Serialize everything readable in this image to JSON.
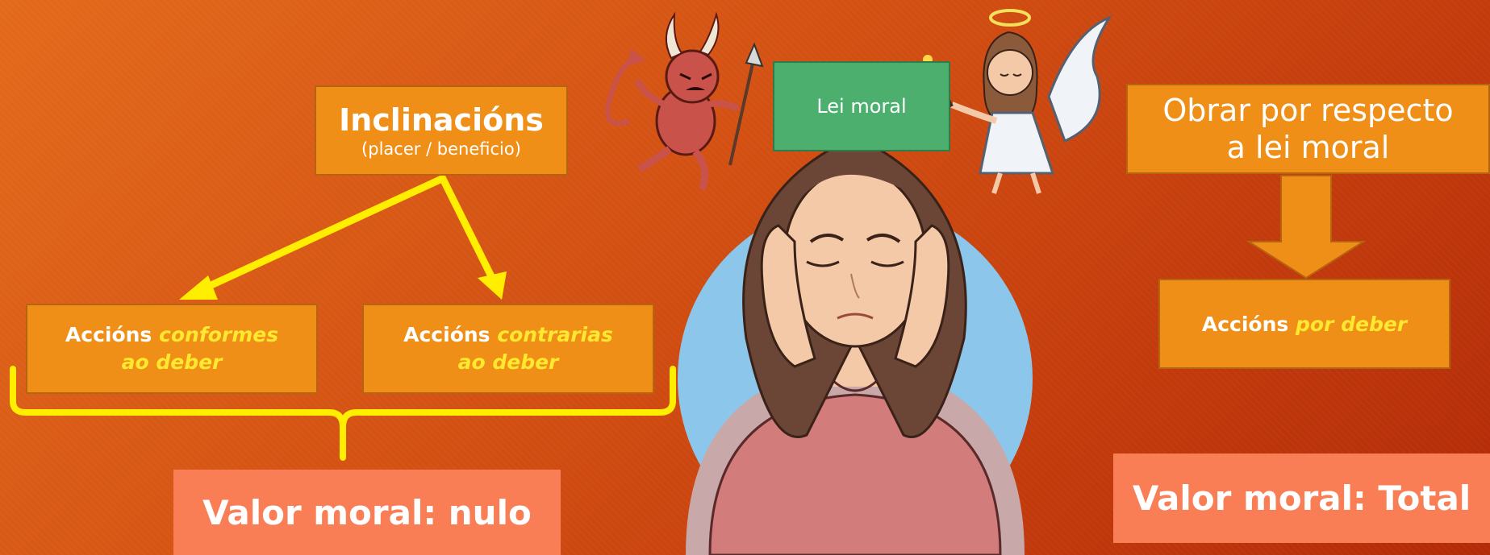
{
  "inclinations": {
    "title": "Inclinacións",
    "subtitle": "(placer / beneficio)"
  },
  "moral_law": {
    "label": "Lei moral"
  },
  "respect": {
    "line1": "Obrar por respecto",
    "line2": "a lei moral"
  },
  "actions_conform": {
    "prefix": "Accións ",
    "highlight_line1": "conformes",
    "highlight_line2": "ao deber"
  },
  "actions_contrary": {
    "prefix": "Accións ",
    "highlight_line1": "contrarias",
    "highlight_line2": "ao deber"
  },
  "actions_duty": {
    "prefix": "Accións ",
    "highlight": "por deber"
  },
  "value_null": {
    "label": "Valor moral: nulo"
  },
  "value_total": {
    "label": "Valor moral: Total"
  },
  "colors": {
    "box": "#ef8f17",
    "value_box": "#f97d55",
    "moral_law": "#4caf6e",
    "arrow_yellow": "#ffee00",
    "highlight": "#ffe830"
  },
  "illustrations": [
    "devil-figure",
    "angel-figure",
    "woman-with-headache"
  ]
}
